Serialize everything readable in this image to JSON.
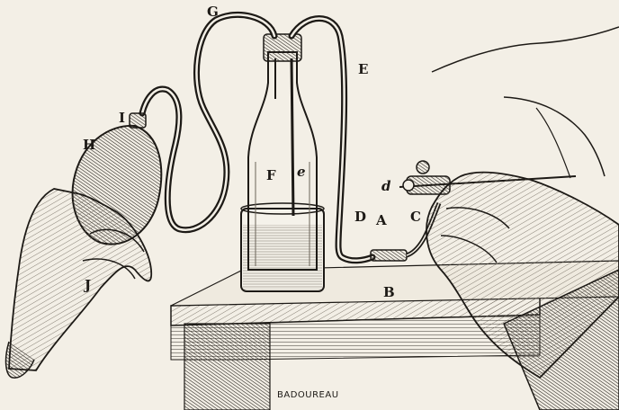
{
  "figure": {
    "labels": {
      "G": "G",
      "E": "E",
      "I": "I",
      "H": "H",
      "F": "F",
      "e": "e",
      "d": "d",
      "D": "D",
      "A": "A",
      "C": "C",
      "B": "B",
      "J": "J"
    },
    "signature": "BADOUREAU"
  },
  "colors": {
    "paper": "#f3efe6",
    "ink": "#1d1a16",
    "hatch": "#5b554b"
  }
}
